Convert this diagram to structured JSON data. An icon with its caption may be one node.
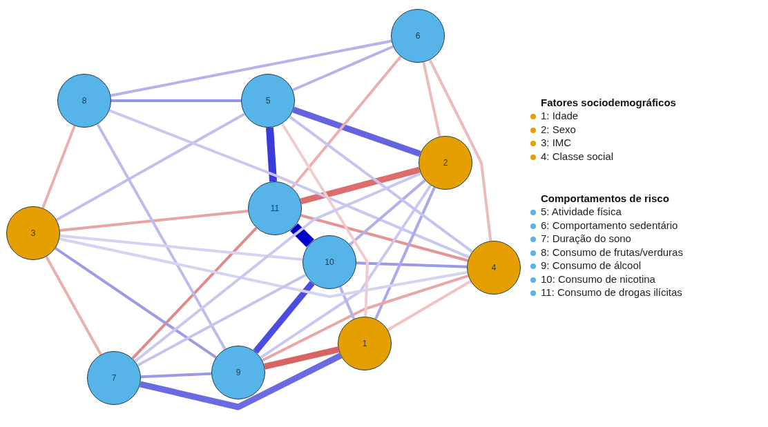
{
  "diagram": {
    "nodes": [
      {
        "text": [
          "1"
        ]
      },
      {
        "text": [
          "2"
        ]
      },
      {
        "text": [
          "3"
        ]
      },
      {
        "text": [
          "4"
        ]
      },
      {
        "text": [
          "5"
        ]
      },
      {
        "text": [
          "6"
        ]
      },
      {
        "text": [
          "7"
        ]
      },
      {
        "text": [
          "8"
        ]
      },
      {
        "text": [
          "9"
        ]
      },
      {
        "text": [
          "10"
        ]
      },
      {
        "text": [
          "11"
        ]
      }
    ],
    "edges": [
      {
        "from": 9,
        "to": 10,
        "arrow": "none",
        "style": "thick",
        "color": "#0000cc"
      },
      {
        "from": 4,
        "to": 10,
        "arrow": "none",
        "style": "thick",
        "color": "#3b3bdc"
      },
      {
        "from": 4,
        "to": 1,
        "arrow": "none",
        "style": "thick",
        "color": "#6464e0"
      },
      {
        "from": 8,
        "to": 9,
        "arrow": "none",
        "style": "thick",
        "color": "#4c4ce0"
      },
      {
        "from": 8,
        "to": 0,
        "arrow": "none",
        "style": "thick",
        "color": "#d96262"
      },
      {
        "from": 10,
        "to": 1,
        "arrow": "none",
        "style": "thick",
        "color": "#dc6e6e"
      },
      {
        "from": 6,
        "to": 0,
        "arrow": "none",
        "style": "thick",
        "color": "#6a6ae2"
      },
      {
        "from": 7,
        "to": 4,
        "arrow": "none",
        "color": "#9696e4"
      },
      {
        "from": 6,
        "to": 8,
        "arrow": "none",
        "color": "#9a9ae6"
      },
      {
        "from": 10,
        "to": 6,
        "arrow": "none",
        "color": "#e08a8a"
      },
      {
        "from": 10,
        "to": 2,
        "arrow": "none",
        "color": "#e8a4a4"
      },
      {
        "from": 10,
        "to": 3,
        "arrow": "none",
        "color": "#e49494"
      },
      {
        "from": 5,
        "to": 10,
        "arrow": "none",
        "color": "#eab0b0"
      },
      {
        "from": 5,
        "to": 1,
        "arrow": "none",
        "color": "#ecbcbc"
      },
      {
        "from": 5,
        "to": 3,
        "arrow": "none",
        "color": "#ecbcbc"
      },
      {
        "from": 7,
        "to": 5,
        "arrow": "none",
        "color": "#b4b4ea"
      },
      {
        "from": 4,
        "to": 5,
        "arrow": "none",
        "color": "#b4b4ea"
      },
      {
        "from": 7,
        "to": 2,
        "arrow": "none",
        "color": "#eab0b0"
      },
      {
        "from": 2,
        "to": 6,
        "arrow": "none",
        "color": "#eab0b0"
      },
      {
        "from": 2,
        "to": 8,
        "arrow": "none",
        "color": "#9c9ce6"
      },
      {
        "from": 2,
        "to": 4,
        "arrow": "none",
        "color": "#c0c0ee"
      },
      {
        "from": 7,
        "to": 8,
        "arrow": "none",
        "color": "#bcbcec"
      },
      {
        "from": 7,
        "to": 3,
        "arrow": "none",
        "color": "#c8c8f0"
      },
      {
        "from": 9,
        "to": 3,
        "arrow": "none",
        "color": "#9a9ae6"
      },
      {
        "from": 1,
        "to": 9,
        "arrow": "none",
        "color": "#b0b0ea"
      },
      {
        "from": 1,
        "to": 0,
        "arrow": "none",
        "color": "#aaaaea"
      },
      {
        "from": 1,
        "to": 8,
        "arrow": "none",
        "color": "#c8c8f0"
      },
      {
        "from": 3,
        "to": 8,
        "arrow": "none",
        "color": "#e8a8a8"
      },
      {
        "from": 3,
        "to": 0,
        "arrow": "none",
        "color": "#f0c4c4"
      },
      {
        "from": 9,
        "to": 0,
        "arrow": "none",
        "color": "#b4b4ea"
      },
      {
        "from": 4,
        "to": 3,
        "arrow": "none",
        "color": "#c4c4ee"
      },
      {
        "from": 4,
        "to": 0,
        "arrow": "none",
        "color": "#f0cccc"
      },
      {
        "from": 2,
        "to": 3,
        "arrow": "none",
        "color": "#d4d4f2"
      },
      {
        "from": 2,
        "to": 9,
        "arrow": "none",
        "color": "#d4d4f2"
      },
      {
        "from": 6,
        "to": 9,
        "arrow": "none",
        "color": "#c4c4ee"
      },
      {
        "from": 6,
        "to": 1,
        "arrow": "none",
        "color": "#c8c8f0"
      }
    ],
    "labels": [
      "Fatores sociodemográficos",
      "Comportamentos de risco"
    ],
    "legend": [
      {
        "text": "1: Idade",
        "color": "#e69f00"
      },
      {
        "text": "2: Sexo",
        "color": "#e69f00"
      },
      {
        "text": "3: IMC",
        "color": "#e69f00"
      },
      {
        "text": "4: Classe social",
        "color": "#e69f00"
      },
      {
        "text": "5: Atividade física",
        "color": "#56b4e9"
      },
      {
        "text": "6: Comportamento sedentário",
        "color": "#56b4e9"
      },
      {
        "text": "7: Duração do sono",
        "color": "#56b4e9"
      },
      {
        "text": "8: Consumo de frutas/verduras",
        "color": "#56b4e9"
      },
      {
        "text": "9: Consumo de álcool",
        "color": "#56b4e9"
      },
      {
        "text": "10: Consumo de nicotina",
        "color": "#56b4e9"
      },
      {
        "text": "11: Consumo de drogas ilícitas",
        "color": "#56b4e9"
      }
    ]
  }
}
